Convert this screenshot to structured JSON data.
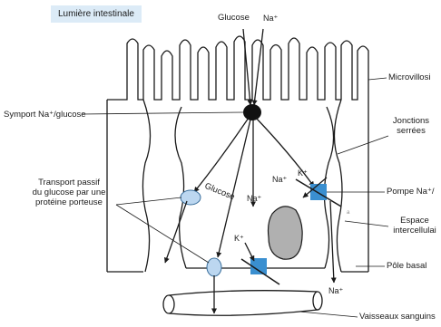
{
  "labels": {
    "lumiere_intestinale": "Lumière intestinale",
    "glucose_top": "Glucose",
    "na_top": "Na⁺",
    "microvillosites": "Microvillosi",
    "symport": "Symport Na⁺/glucose",
    "jonctions_line1": "Jonctions",
    "jonctions_line2": "serrées",
    "transport_line1": "Transport passif",
    "transport_line2": "du glucose par une",
    "transport_line3": "protéine porteuse",
    "glucose_mid": "Glucose",
    "na_mid": "Na⁺",
    "na_pump": "Na⁺",
    "k_pump": "K⁺",
    "pompe": "Pompe Na⁺/",
    "espace_line1": "Espace",
    "espace_line2": "intercellulai",
    "k_lower": "K⁺",
    "pole_basal": "Pôle basal",
    "na_bottom": "Na⁺",
    "vaisseaux": "Vaisseaux sanguins",
    "small_mark": "a"
  },
  "colors": {
    "outline": "#1a1a1a",
    "lumen_box": "#dcebf7",
    "pump": "#3a8fd0",
    "carrier": "#bcd7f0",
    "nucleus": "#b0b0b0",
    "symport": "#111111"
  }
}
